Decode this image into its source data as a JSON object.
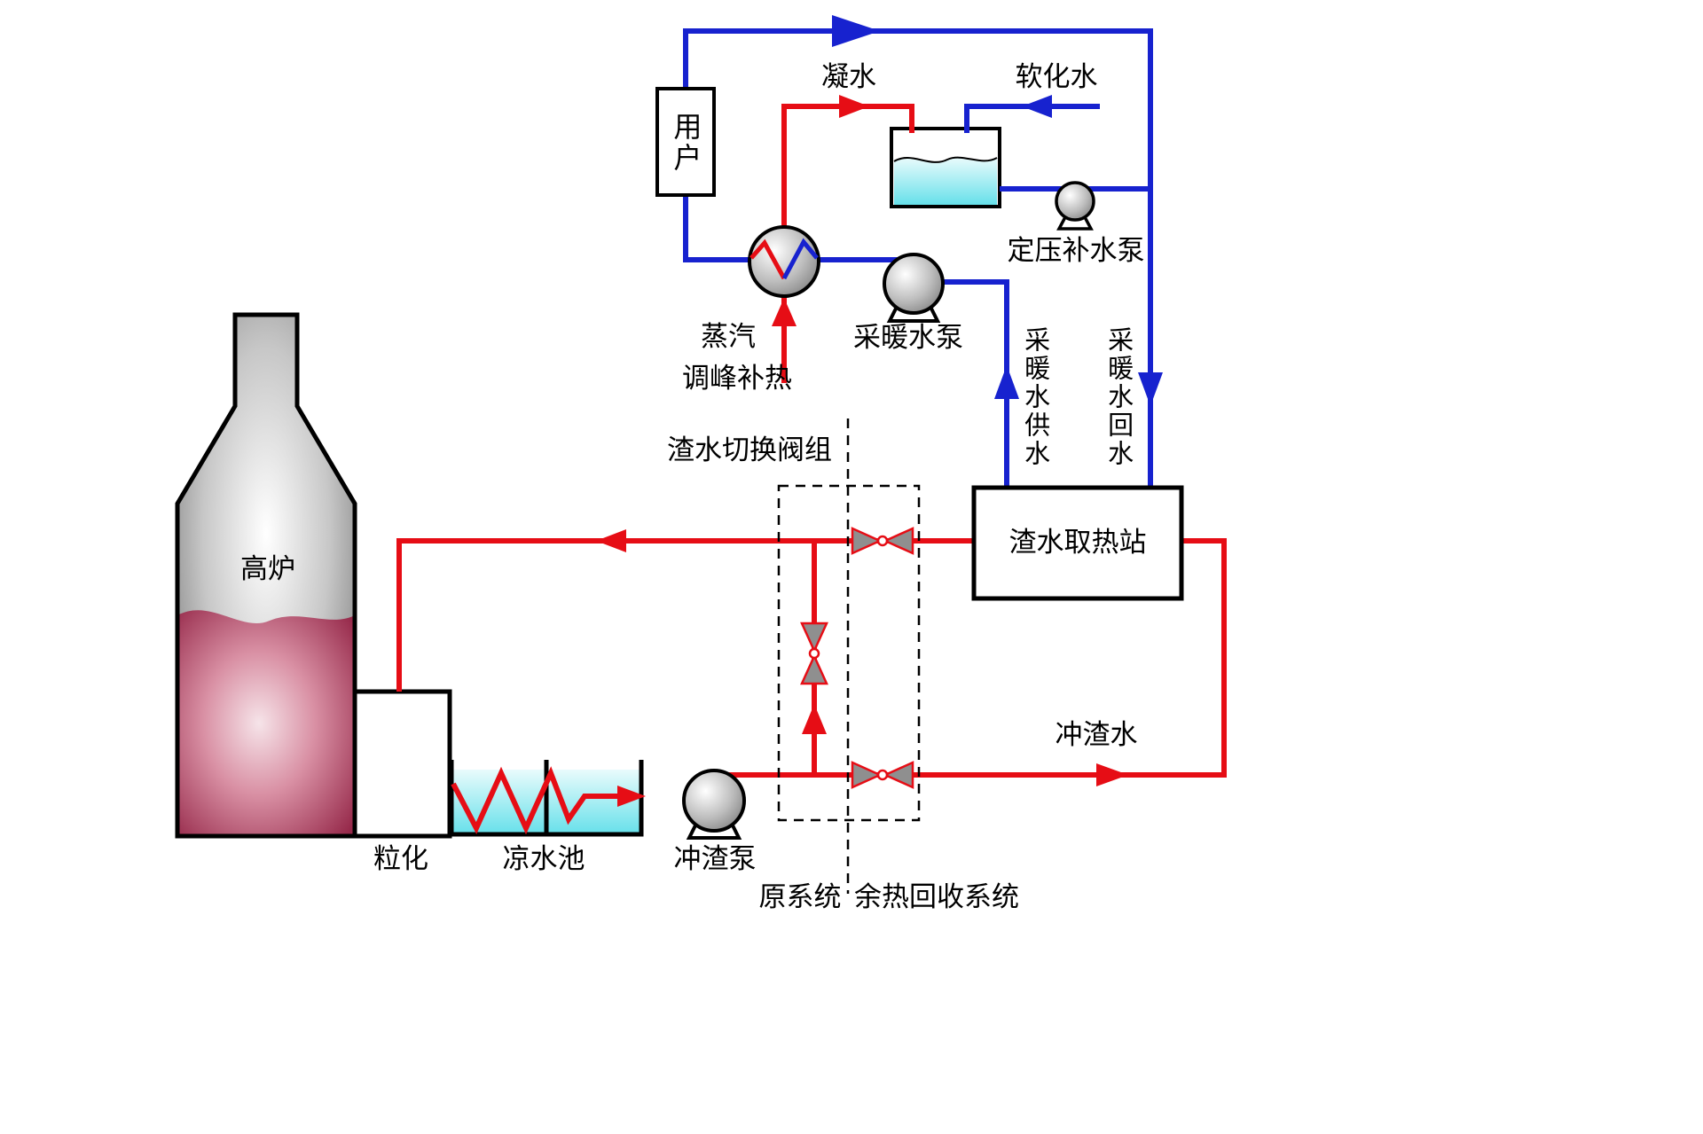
{
  "diagram": {
    "type": "process-flow",
    "labels": {
      "blast_furnace": "高炉",
      "granulation": "粒化",
      "cooling_pool": "凉水池",
      "slag_flush_pump": "冲渣泵",
      "original_system": "原系统",
      "heat_recovery_system": "余热回收系统",
      "valve_group": "渣水切换阀组",
      "heat_station": "渣水取热站",
      "slag_flush_water": "冲渣水",
      "heating_supply": "采暖水供水",
      "heating_return": "采暖水回水",
      "heating_pump": "采暖水泵",
      "pressure_makeup_pump": "定压补水泵",
      "condensate": "凝水",
      "softened_water": "软化水",
      "steam": "蒸汽",
      "peak_heating": "调峰补热",
      "user": "用户"
    },
    "colors": {
      "hot_line": "#e60d15",
      "cold_line": "#1722cf",
      "water_fill": "#7ee9ef",
      "outline": "#000000"
    }
  }
}
